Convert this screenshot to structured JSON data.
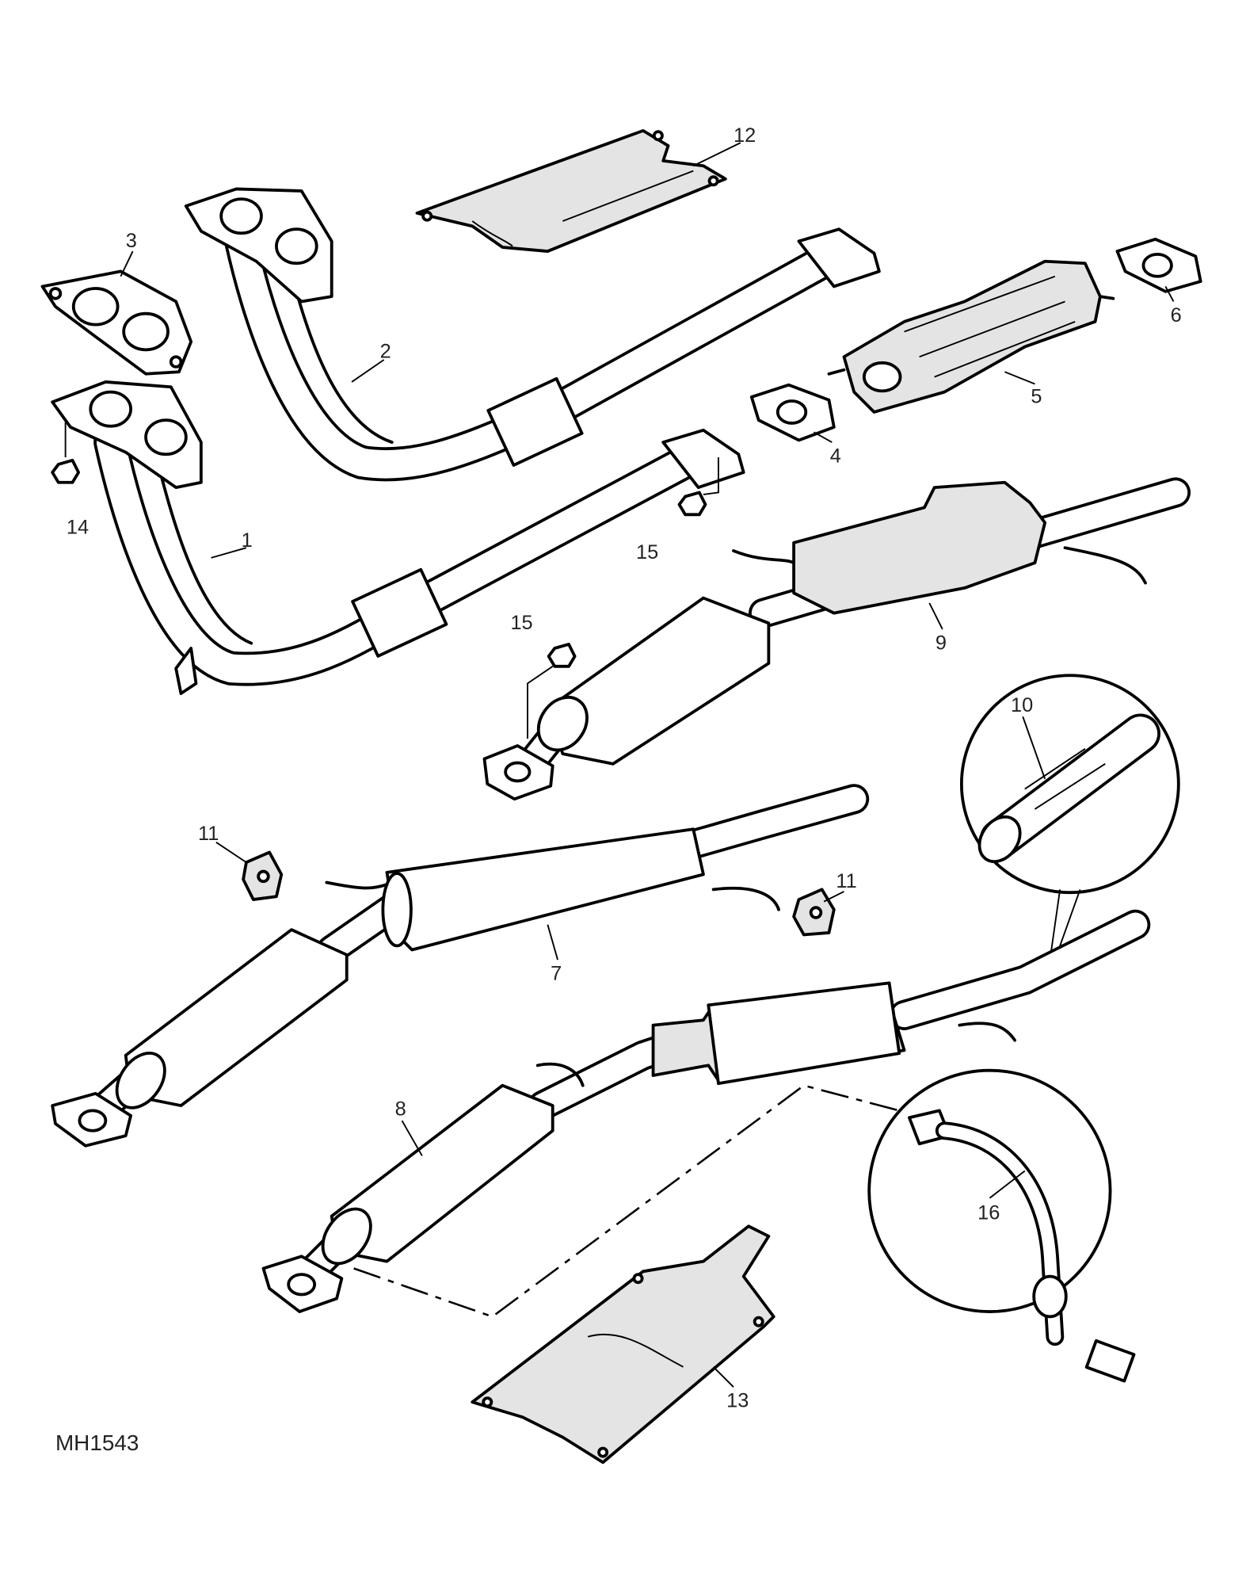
{
  "diagram": {
    "drawing_code": "MH1543",
    "callouts": {
      "p1": "1",
      "p2": "2",
      "p3": "3",
      "p4": "4",
      "p5": "5",
      "p6": "6",
      "p7": "7",
      "p8": "8",
      "p9": "9",
      "p10": "10",
      "p11a": "11",
      "p11b": "11",
      "p12": "12",
      "p13": "13",
      "p14": "14",
      "p15a": "15",
      "p15b": "15",
      "p16": "16"
    }
  }
}
